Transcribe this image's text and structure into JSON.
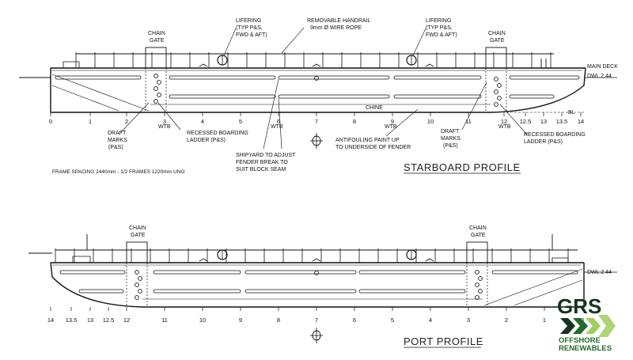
{
  "starboard": {
    "title": "STARBOARD PROFILE",
    "lifering_left": [
      "LIFERING",
      "(TYP P&S,",
      "FWD & AFT)"
    ],
    "lifering_right": [
      "LIFERING",
      "(TYP P&S,",
      "FWD & AFT)"
    ],
    "handrail": [
      "REMOVABLE HANDRAIL",
      "9mm Ø WIRE ROPE"
    ],
    "chain_gate_left": [
      "CHAIN",
      "GATE"
    ],
    "chain_gate_right": [
      "CHAIN",
      "GATE"
    ],
    "main_deck": "MAIN DECK",
    "dwl": "DWL 2.44",
    "bl": "BL",
    "chine": "CHINE",
    "draft_marks_left": [
      "DRAFT",
      "MARKS",
      "(P&S)"
    ],
    "boarding_left": [
      "RECESSED BOARDING",
      "LADDER (P&S)"
    ],
    "shipyard": [
      "SHIPYARD TO ADJUST",
      "FENDER BREAK TO",
      "SUIT BLOCK SEAM"
    ],
    "antifouling": [
      "ANTIFOULING PAINT UP",
      "TO UNDERSIDE OF FENDER"
    ],
    "draft_marks_right": [
      "DRAFT",
      "MARKS",
      "(P&S)"
    ],
    "boarding_right": [
      "RECESSED BOARDING",
      "LADDER (P&S)"
    ],
    "frame_spacing": "FRAME SPACING 2440mm - 1/2 FRAMES 1220mm UNO",
    "frames": [
      "0",
      "1",
      "2",
      "3",
      "4",
      "5",
      "6",
      "7",
      "8",
      "9",
      "10",
      "11",
      "12",
      "12.5",
      "13",
      "13.5",
      "14"
    ],
    "wtb_labels": [
      "WTB",
      "WTB",
      "WTB",
      "WTB"
    ]
  },
  "port": {
    "title": "PORT PROFILE",
    "chain_gate_left": [
      "CHAIN",
      "GATE"
    ],
    "chain_gate_right": [
      "CHAIN",
      "GATE"
    ],
    "dwl": "DWL 2.44",
    "frames": [
      "14",
      "13.5",
      "13",
      "12.5",
      "12",
      "11",
      "10",
      "9",
      "8",
      "7",
      "6",
      "5",
      "4",
      "3",
      "2",
      "1",
      "0"
    ]
  },
  "logo": {
    "letters": "GRS",
    "line1": "OFFSHORE",
    "line2": "RENEWABLES",
    "colors": {
      "dark": "#16351c",
      "green": "#1f6e2b",
      "light": "#9fcf5a"
    }
  }
}
